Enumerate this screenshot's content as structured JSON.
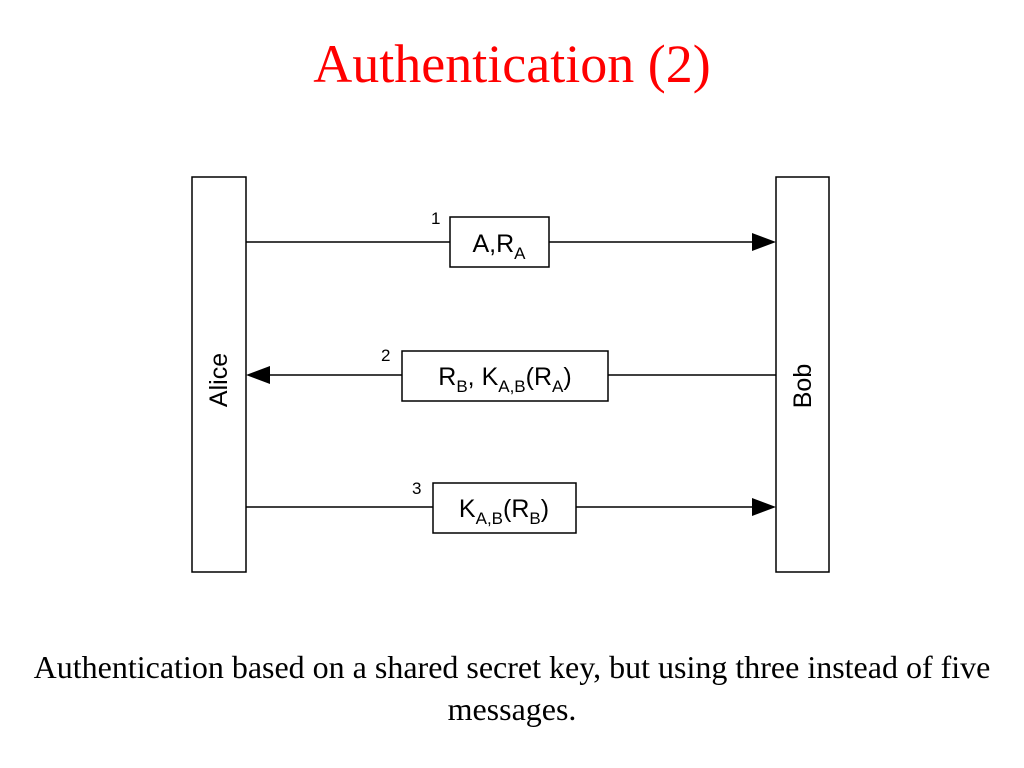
{
  "title": "Authentication (2)",
  "colors": {
    "title": "#ff0000",
    "line": "#000000",
    "background": "#ffffff"
  },
  "parties": {
    "left": "Alice",
    "right": "Bob"
  },
  "messages": [
    {
      "number": "1",
      "direction": "Alice to Bob",
      "parts": [
        {
          "text": "A,R",
          "baseline": 0
        },
        {
          "text": "A",
          "baseline": 1
        }
      ]
    },
    {
      "number": "2",
      "direction": "Bob to Alice",
      "parts": [
        {
          "text": "R",
          "baseline": 0
        },
        {
          "text": "B",
          "baseline": 1
        },
        {
          "text": ", K",
          "baseline": 0
        },
        {
          "text": "A,B",
          "baseline": 1
        },
        {
          "text": "(R",
          "baseline": 0
        },
        {
          "text": "A",
          "baseline": 1
        },
        {
          "text": ")",
          "baseline": 0
        }
      ]
    },
    {
      "number": "3",
      "direction": "Alice to Bob",
      "parts": [
        {
          "text": "K",
          "baseline": 0
        },
        {
          "text": "A,B",
          "baseline": 1
        },
        {
          "text": "(R",
          "baseline": 0
        },
        {
          "text": "B",
          "baseline": 1
        },
        {
          "text": ")",
          "baseline": 0
        }
      ]
    }
  ],
  "caption": "Authentication based on a shared secret key, but using three instead of five messages."
}
